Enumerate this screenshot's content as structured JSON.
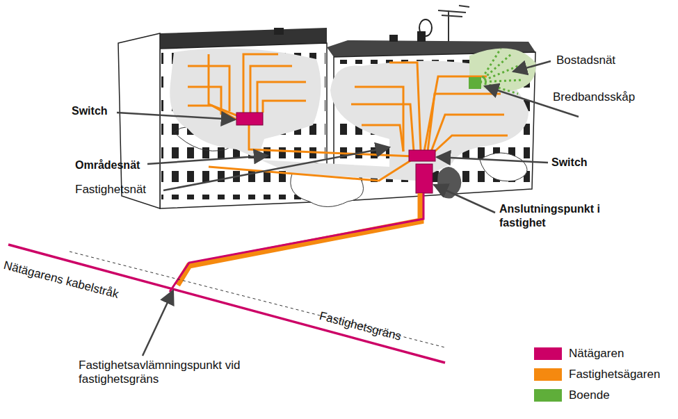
{
  "diagram": {
    "labels": [
      "Bostadsnät",
      "Bredbandsskåp",
      "Switch",
      "Områdesnät",
      "Fastighetsnät",
      "Switch",
      "Anslutningspunkt i fastighet",
      "Nätägarens kabelstråk",
      "Fastighetsgräns",
      "Fastighetsavlämningspunkt vid fastighetsgräns"
    ],
    "legend": [
      {
        "text": "Nätägaren",
        "color": "#cc0066"
      },
      {
        "text": "Fastighetsägaren",
        "color": "#f5890f"
      },
      {
        "text": "Boende",
        "color": "#5fae3a"
      }
    ]
  }
}
